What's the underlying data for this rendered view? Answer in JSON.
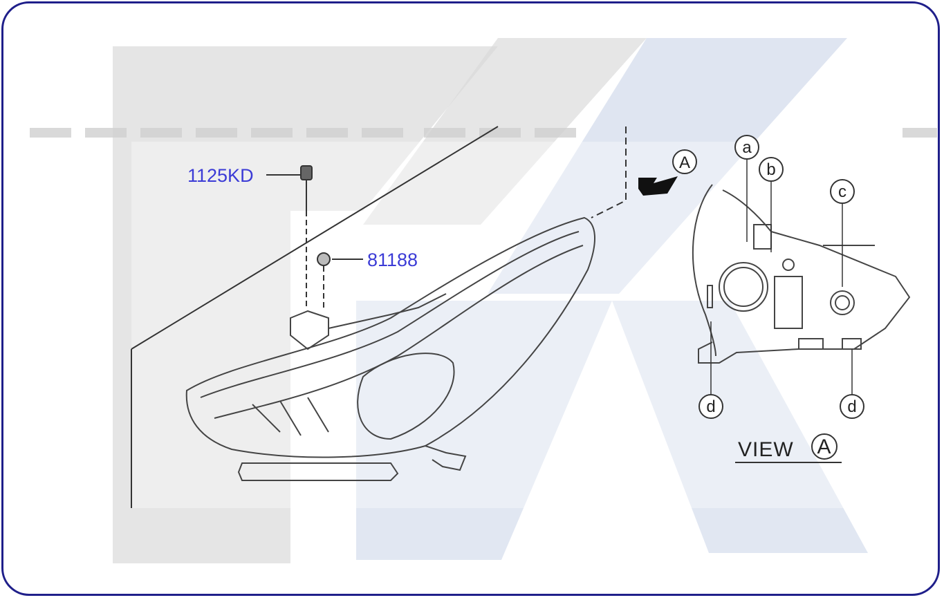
{
  "diagram": {
    "parts": [
      {
        "id": "p1",
        "label": "1125KD"
      },
      {
        "id": "p2",
        "label": "81188"
      }
    ],
    "callouts": {
      "view_marker": "A",
      "a": "a",
      "b": "b",
      "c": "c",
      "d1": "d",
      "d2": "d"
    },
    "view_label": {
      "text": "VIEW",
      "letter": "A"
    }
  },
  "colors": {
    "frame_border": "#1f1f8a",
    "part_label": "#3b3bd6",
    "watermark_gray": "#d6d6d6",
    "watermark_blue": "#c9d4e8"
  }
}
